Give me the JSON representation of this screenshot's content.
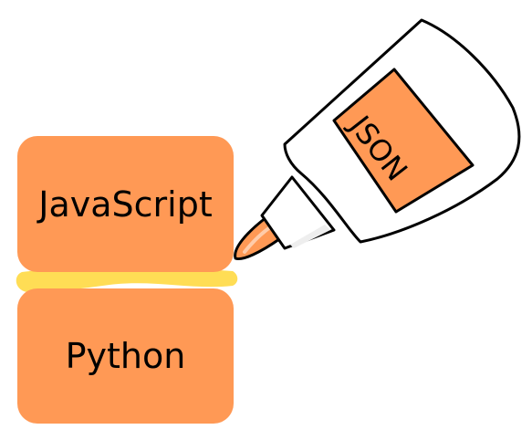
{
  "blocks": {
    "top_label": "JavaScript",
    "bottom_label": "Python"
  },
  "bottle": {
    "label": "JSON"
  },
  "colors": {
    "block": "#ff9955",
    "glue": "#ffdd55",
    "bottle_fill": "#ffffff",
    "bottle_outline": "#000000",
    "nozzle_tip": "#ff9955"
  }
}
